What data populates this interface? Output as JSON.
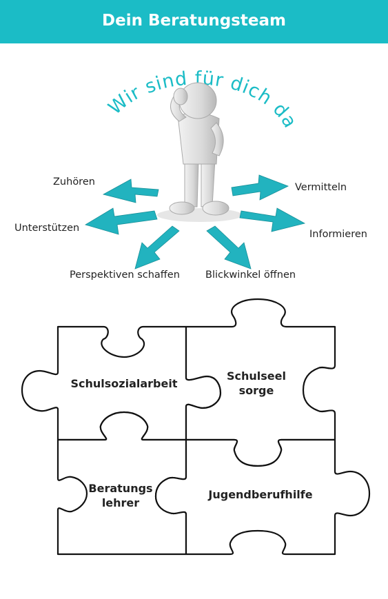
{
  "header": {
    "title": "Dein Beratungsteam"
  },
  "slogan": "Wir sind für dich da!",
  "actions": {
    "zuhoeren": "Zuhören",
    "unterstuetzen": "Unterstützen",
    "perspektiven": "Perspektiven schaffen",
    "blickwinkel": "Blickwinkel öffnen",
    "vermitteln": "Vermitteln",
    "informieren": "Informieren"
  },
  "puzzle": {
    "schulsozialarbeit": "Schulsozialarbeit",
    "schulseelsorge_line1": "Schulseel",
    "schulseelsorge_line2": "sorge",
    "beratungslehrer_line1": "Beratungs",
    "beratungslehrer_line2": "lehrer",
    "jugendberufhilfe": "Jugendberufhilfe"
  },
  "colors": {
    "accent": "#1bbcc6",
    "arrow": "#22b3bf"
  }
}
